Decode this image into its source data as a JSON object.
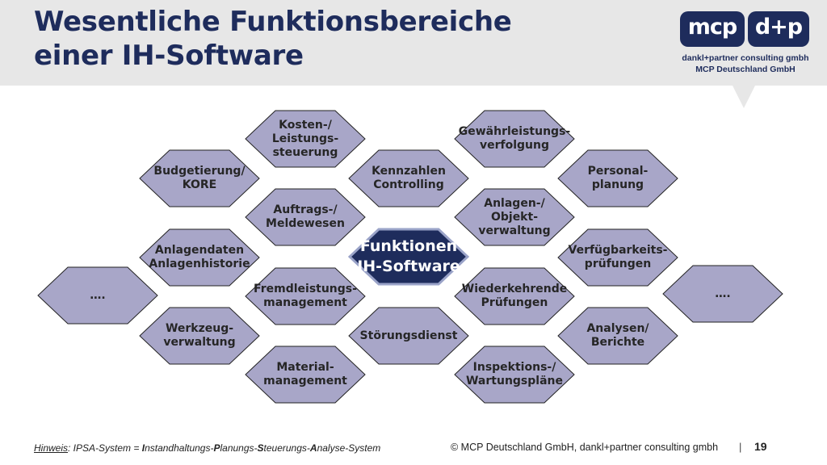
{
  "header": {
    "title": "Wesentliche Funktionsbereiche\neiner IH-Software"
  },
  "logo": {
    "left": "mcp",
    "right": "d+p",
    "line1": "dankl+partner consulting gmbh",
    "line2": "MCP Deutschland GmbH"
  },
  "diagram": {
    "colors": {
      "fill": "#a8a6c8",
      "stroke": "#222222",
      "center_fill": "#1e2c5c",
      "center_stroke": "#9aa3c8"
    },
    "center": {
      "label": "Funktionen\nIH-Software"
    },
    "nodes": [
      {
        "id": "kosten",
        "label": "Kosten-/\nLeistungs-\nsteuerung"
      },
      {
        "id": "gewaehrleistung",
        "label": "Gewährleistungs-\nverfolgung"
      },
      {
        "id": "budgetierung",
        "label": "Budgetierung/\nKORE"
      },
      {
        "id": "kennzahlen",
        "label": "Kennzahlen\nControlling"
      },
      {
        "id": "personal",
        "label": "Personal-\nplanung"
      },
      {
        "id": "auftrag",
        "label": "Auftrags-/\nMeldewesen"
      },
      {
        "id": "anlagen-objekt",
        "label": "Anlagen-/\nObjekt-\nverwaltung"
      },
      {
        "id": "anlagendaten",
        "label": "Anlagendaten\nAnlagenhistorie"
      },
      {
        "id": "verfuegbarkeit",
        "label": "Verfügbarkeits-\nprüfungen"
      },
      {
        "id": "mehr-links",
        "label": "…."
      },
      {
        "id": "fremdleistung",
        "label": "Fremdleistungs-\nmanagement"
      },
      {
        "id": "wiederkehrend",
        "label": "Wiederkehrende\nPrüfungen"
      },
      {
        "id": "mehr-rechts",
        "label": "…."
      },
      {
        "id": "werkzeug",
        "label": "Werkzeug-\nverwaltung"
      },
      {
        "id": "stoerung",
        "label": "Störungsdienst"
      },
      {
        "id": "analysen",
        "label": "Analysen/\nBerichte"
      },
      {
        "id": "material",
        "label": "Material-\nmanagement"
      },
      {
        "id": "inspektion",
        "label": "Inspektions-/\nWartungspläne"
      }
    ]
  },
  "footer": {
    "note_label": "Hinweis",
    "note_text": ": IPSA-System = ",
    "note_parts": [
      {
        "strong": "I",
        "rest": "nstandhaltungs-"
      },
      {
        "strong": "P",
        "rest": "lanungs-"
      },
      {
        "strong": "S",
        "rest": "teuerungs-"
      },
      {
        "strong": "A",
        "rest": "nalyse-System"
      }
    ],
    "copyright": "© MCP Deutschland GmbH, dankl+partner consulting gmbh",
    "separator": "|",
    "page_number": "19"
  }
}
